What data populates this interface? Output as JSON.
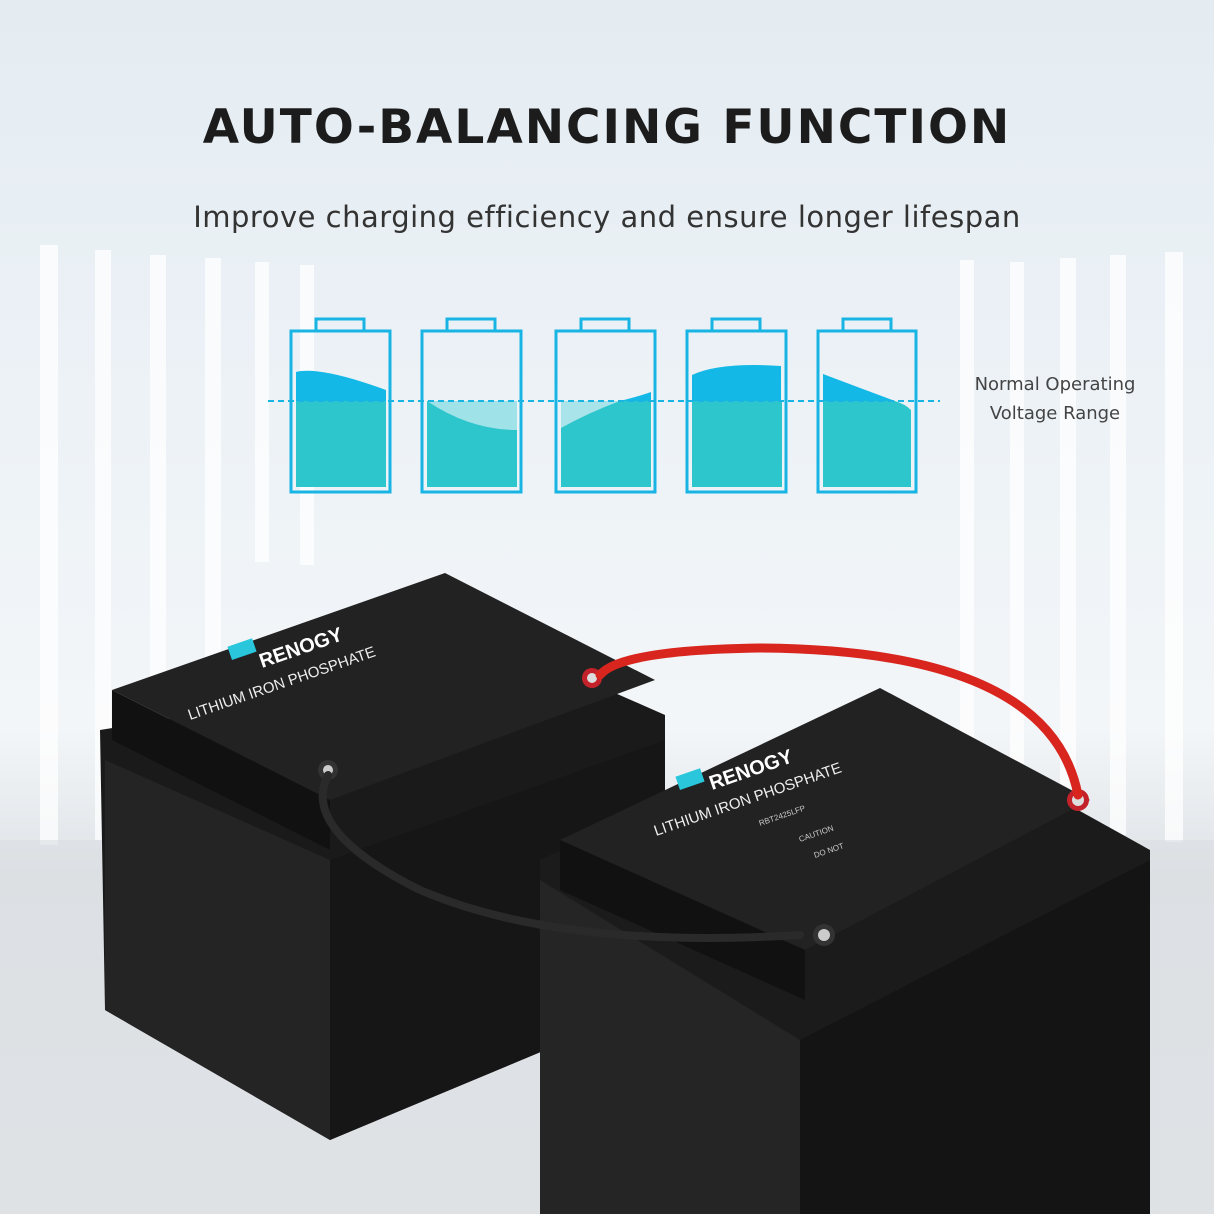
{
  "heading": "AUTO-BALANCING FUNCTION",
  "subheading": "Improve charging efficiency and ensure longer lifespan",
  "range_label": {
    "line1": "Normal Operating",
    "line2": "Voltage Range"
  },
  "colors": {
    "outline": "#17b4e4",
    "fill_top": "#14b8e6",
    "fill_base": "#2dc6cc",
    "cable_pos": "#d8261f",
    "cable_neg": "#2a2a2a"
  },
  "battery_icons": [
    {
      "state": "above-range"
    },
    {
      "state": "below-range"
    },
    {
      "state": "below-range"
    },
    {
      "state": "above-range"
    },
    {
      "state": "above-range"
    }
  ],
  "product_label": {
    "brand": "RENOGY",
    "type": "LITHIUM IRON PHOSPHATE",
    "model": "RBT2425LFP",
    "caution": "CAUTION",
    "warning": "DO NOT"
  }
}
